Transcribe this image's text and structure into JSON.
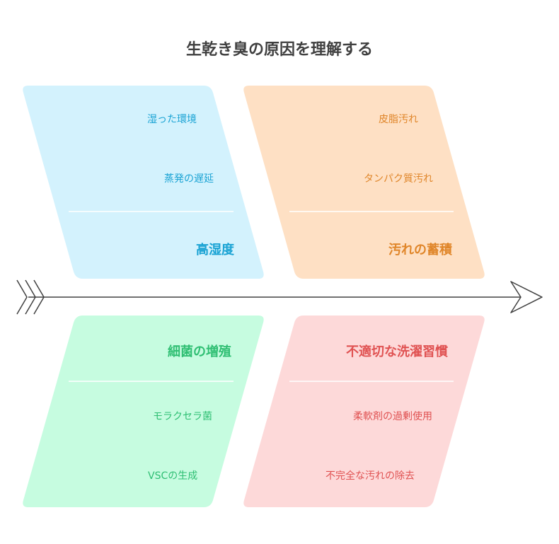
{
  "title": "生乾き臭の原因を理解する",
  "colors": {
    "blue_fill": "#d3f2fd",
    "blue_text": "#1aa3d4",
    "orange_fill": "#fee0c4",
    "orange_text": "#e0862a",
    "green_fill": "#c6fce0",
    "green_text": "#2fbf73",
    "red_fill": "#fdd9d9",
    "red_text": "#e05252",
    "spine": "#404040"
  },
  "categories": [
    {
      "id": "humidity",
      "name": "高湿度",
      "causes": [
        "湿った環境",
        "蒸発の遅延"
      ]
    },
    {
      "id": "dirt",
      "name": "汚れの蓄積",
      "causes": [
        "皮脂汚れ",
        "タンパク質汚れ"
      ]
    },
    {
      "id": "bacteria",
      "name": "細菌の増殖",
      "causes": [
        "モラクセラ菌",
        "VSCの生成"
      ]
    },
    {
      "id": "habits",
      "name": "不適切な洗濯習慣",
      "causes": [
        "柔軟剤の過剰使用",
        "不完全な汚れの除去"
      ]
    }
  ]
}
